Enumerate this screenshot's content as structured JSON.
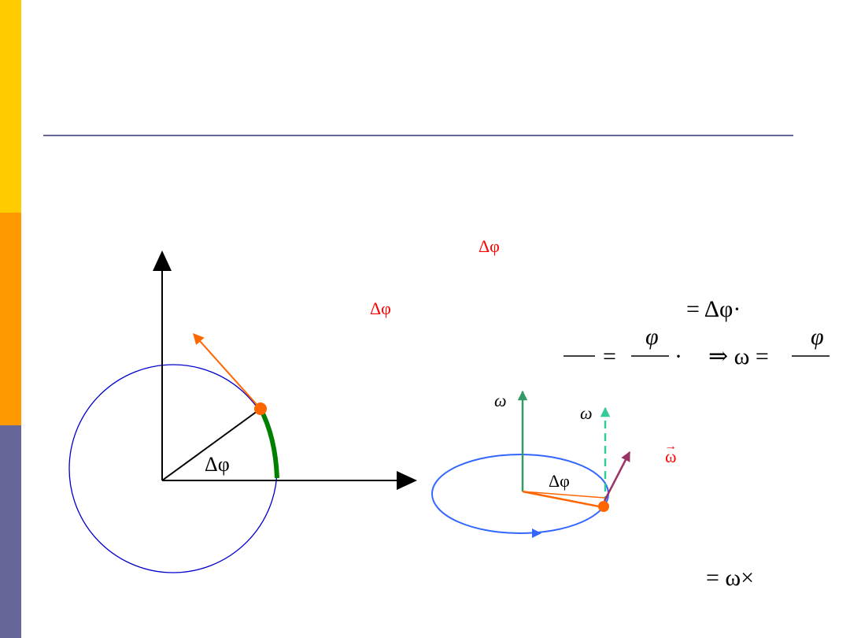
{
  "labels": {
    "delta_phi_left": "Δφ",
    "delta_phi_red_top": "Δφ",
    "delta_phi_red_mid": "Δφ",
    "delta_phi_right": "Δφ",
    "omega_green": "ω",
    "omega_dashed": "ω",
    "omega_vector": "ω",
    "omega_vector_arrow": "→"
  },
  "formulas": {
    "f1": "= Δφ·",
    "f2_left": "=",
    "f2_numer": "φ",
    "f2_dot": "·",
    "f2_implies": "⇒ ω =",
    "f2_numer2": "φ",
    "f3": "= ω×"
  },
  "colors": {
    "stripe_yellow": "#ffcc00",
    "stripe_orange": "#ff9900",
    "stripe_purple": "#666699",
    "circle": "#0000cc",
    "ellipse": "#3366ff",
    "velocity_arrow": "#ff6600",
    "arc": "#008000",
    "omega_arrow": "#339966",
    "omega_dashed": "#33cc99",
    "omega_vector": "#993366",
    "highlight_red": "#ff0000"
  }
}
